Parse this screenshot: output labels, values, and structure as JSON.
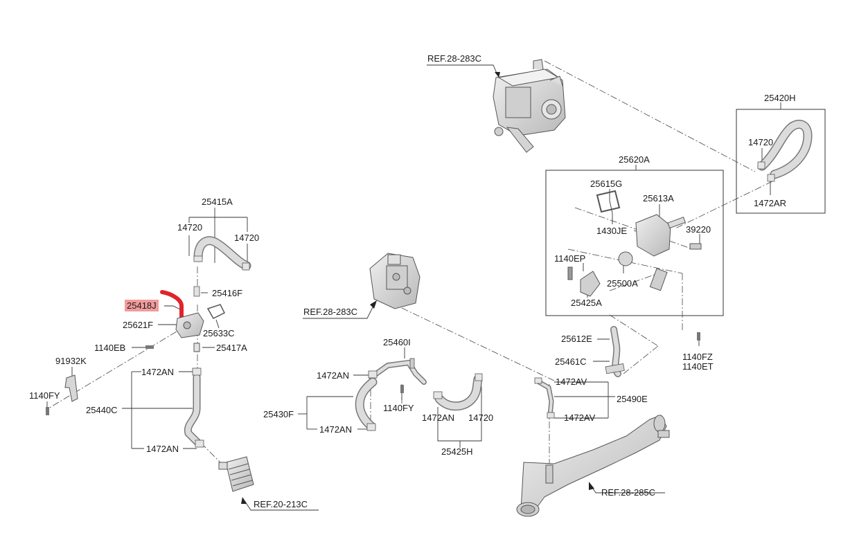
{
  "diagram": {
    "highlight_color": "#e0242a",
    "highlight_label_bg": "#f29b9b",
    "line_color": "#3a3a3a",
    "part_fill": "#d8d8d8",
    "part_stroke": "#555555",
    "labels": {
      "ref_28_283c_top": "REF.28-283C",
      "p25420h": "25420H",
      "p14720_right": "14720",
      "p1472ar": "1472AR",
      "p25620a": "25620A",
      "p25615g": "25615G",
      "p25613a": "25613A",
      "p1430je": "1430JE",
      "p39220": "39220",
      "p1140ep": "1140EP",
      "p25500a": "25500A",
      "p25425a": "25425A",
      "p1140fz": "1140FZ",
      "p1140et": "1140ET",
      "p25612e": "25612E",
      "p25461c": "25461C",
      "ref_28_283c_mid": "REF.28-283C",
      "p25415a": "25415A",
      "p14720_l1": "14720",
      "p14720_l2": "14720",
      "p25416f": "25416F",
      "p25418j": "25418J",
      "p25621f": "25621F",
      "p25633c": "25633C",
      "p1140eb": "1140EB",
      "p25417a": "25417A",
      "p91932k": "91932K",
      "p1140fy_left": "1140FY",
      "p1472an_a": "1472AN",
      "p25440c": "25440C",
      "p1472an_b": "1472AN",
      "ref_20_213c": "REF.20-213C",
      "p25460i": "25460I",
      "p1472an_c": "1472AN",
      "p1140fy_mid": "1140FY",
      "p25430f": "25430F",
      "p1472an_d": "1472AN",
      "p1472an_e": "1472AN",
      "p14720_mid": "14720",
      "p25425h": "25425H",
      "p1472av_a": "1472AV",
      "p25490e": "25490E",
      "p1472av_b": "1472AV",
      "ref_28_285c": "REF.28-285C"
    }
  }
}
